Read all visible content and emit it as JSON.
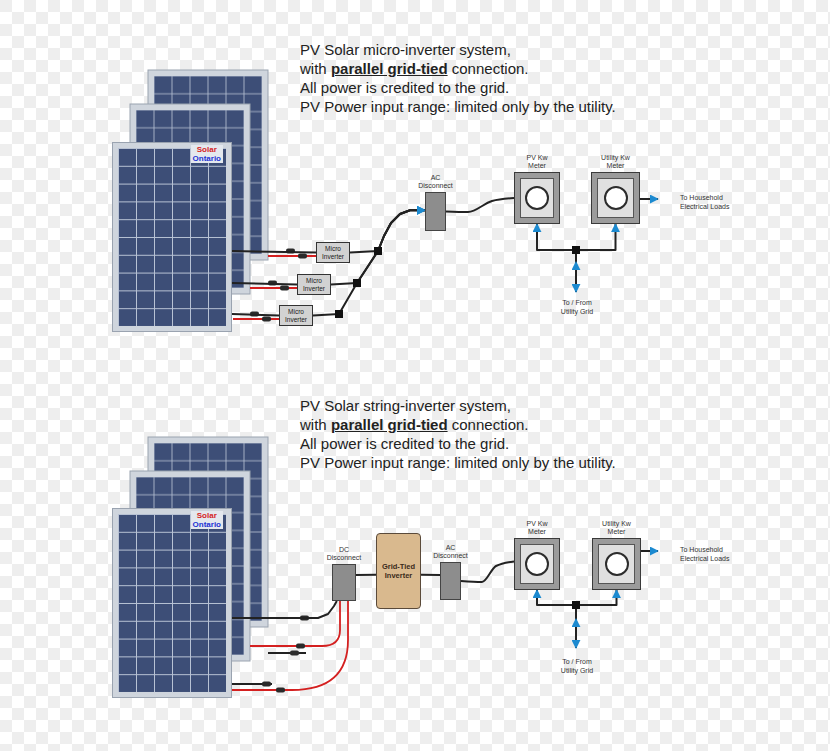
{
  "diagram": {
    "nodes": [
      {
        "text": [
          "Solar",
          "Ontario"
        ]
      },
      {
        "text": [
          "Micro Inverter"
        ]
      },
      {
        "text": [
          "Micro Inverter"
        ]
      },
      {
        "text": [
          "Micro Inverter"
        ]
      },
      {
        "text": [
          "AC Disconnect"
        ]
      },
      {
        "text": [
          "PV Kw Meter"
        ]
      },
      {
        "text": [
          "Utility Kw Meter"
        ]
      },
      {
        "text": [
          "Solar",
          "Ontario"
        ]
      },
      {
        "text": [
          "DC Disconnect"
        ]
      },
      {
        "text": [
          "Grid-Tied Inverter"
        ]
      },
      {
        "text": [
          "AC Disconnect"
        ]
      },
      {
        "text": [
          "PV Kw Meter"
        ]
      },
      {
        "text": [
          "Utility Kw Meter"
        ]
      }
    ],
    "edges": [
      {
        "from": 0,
        "to": 1,
        "arrow": "none"
      },
      {
        "from": 0,
        "to": 2,
        "arrow": "none"
      },
      {
        "from": 0,
        "to": 3,
        "arrow": "none"
      },
      {
        "from": 1,
        "to": 4,
        "arrow": "to"
      },
      {
        "from": 2,
        "to": 4,
        "arrow": "to"
      },
      {
        "from": 3,
        "to": 4,
        "arrow": "to"
      },
      {
        "from": 4,
        "to": 5,
        "arrow": "none"
      },
      {
        "from": 5,
        "to": 6,
        "arrow": "both"
      },
      {
        "from": 7,
        "to": 8,
        "arrow": "none"
      },
      {
        "from": 8,
        "to": 9,
        "arrow": "none"
      },
      {
        "from": 9,
        "to": 10,
        "arrow": "none"
      },
      {
        "from": 10,
        "to": 11,
        "arrow": "none"
      },
      {
        "from": 11,
        "to": 12,
        "arrow": "both"
      }
    ],
    "labels": [
      "PV Solar micro-inverter system,",
      "with",
      "parallel grid-tied",
      "connection.",
      "All power is credited to the grid.",
      "PV Power input range: limited only by the utility.",
      "To Household Electrical Loads",
      "To / From Utility Grid",
      "PV Solar string-inverter system,",
      "with",
      "parallel grid-tied",
      "connection.",
      "All power is credited to the grid.",
      "PV Power input range: limited only by the utility.",
      "To Household Electrical Loads",
      "To / From Utility Grid"
    ]
  }
}
